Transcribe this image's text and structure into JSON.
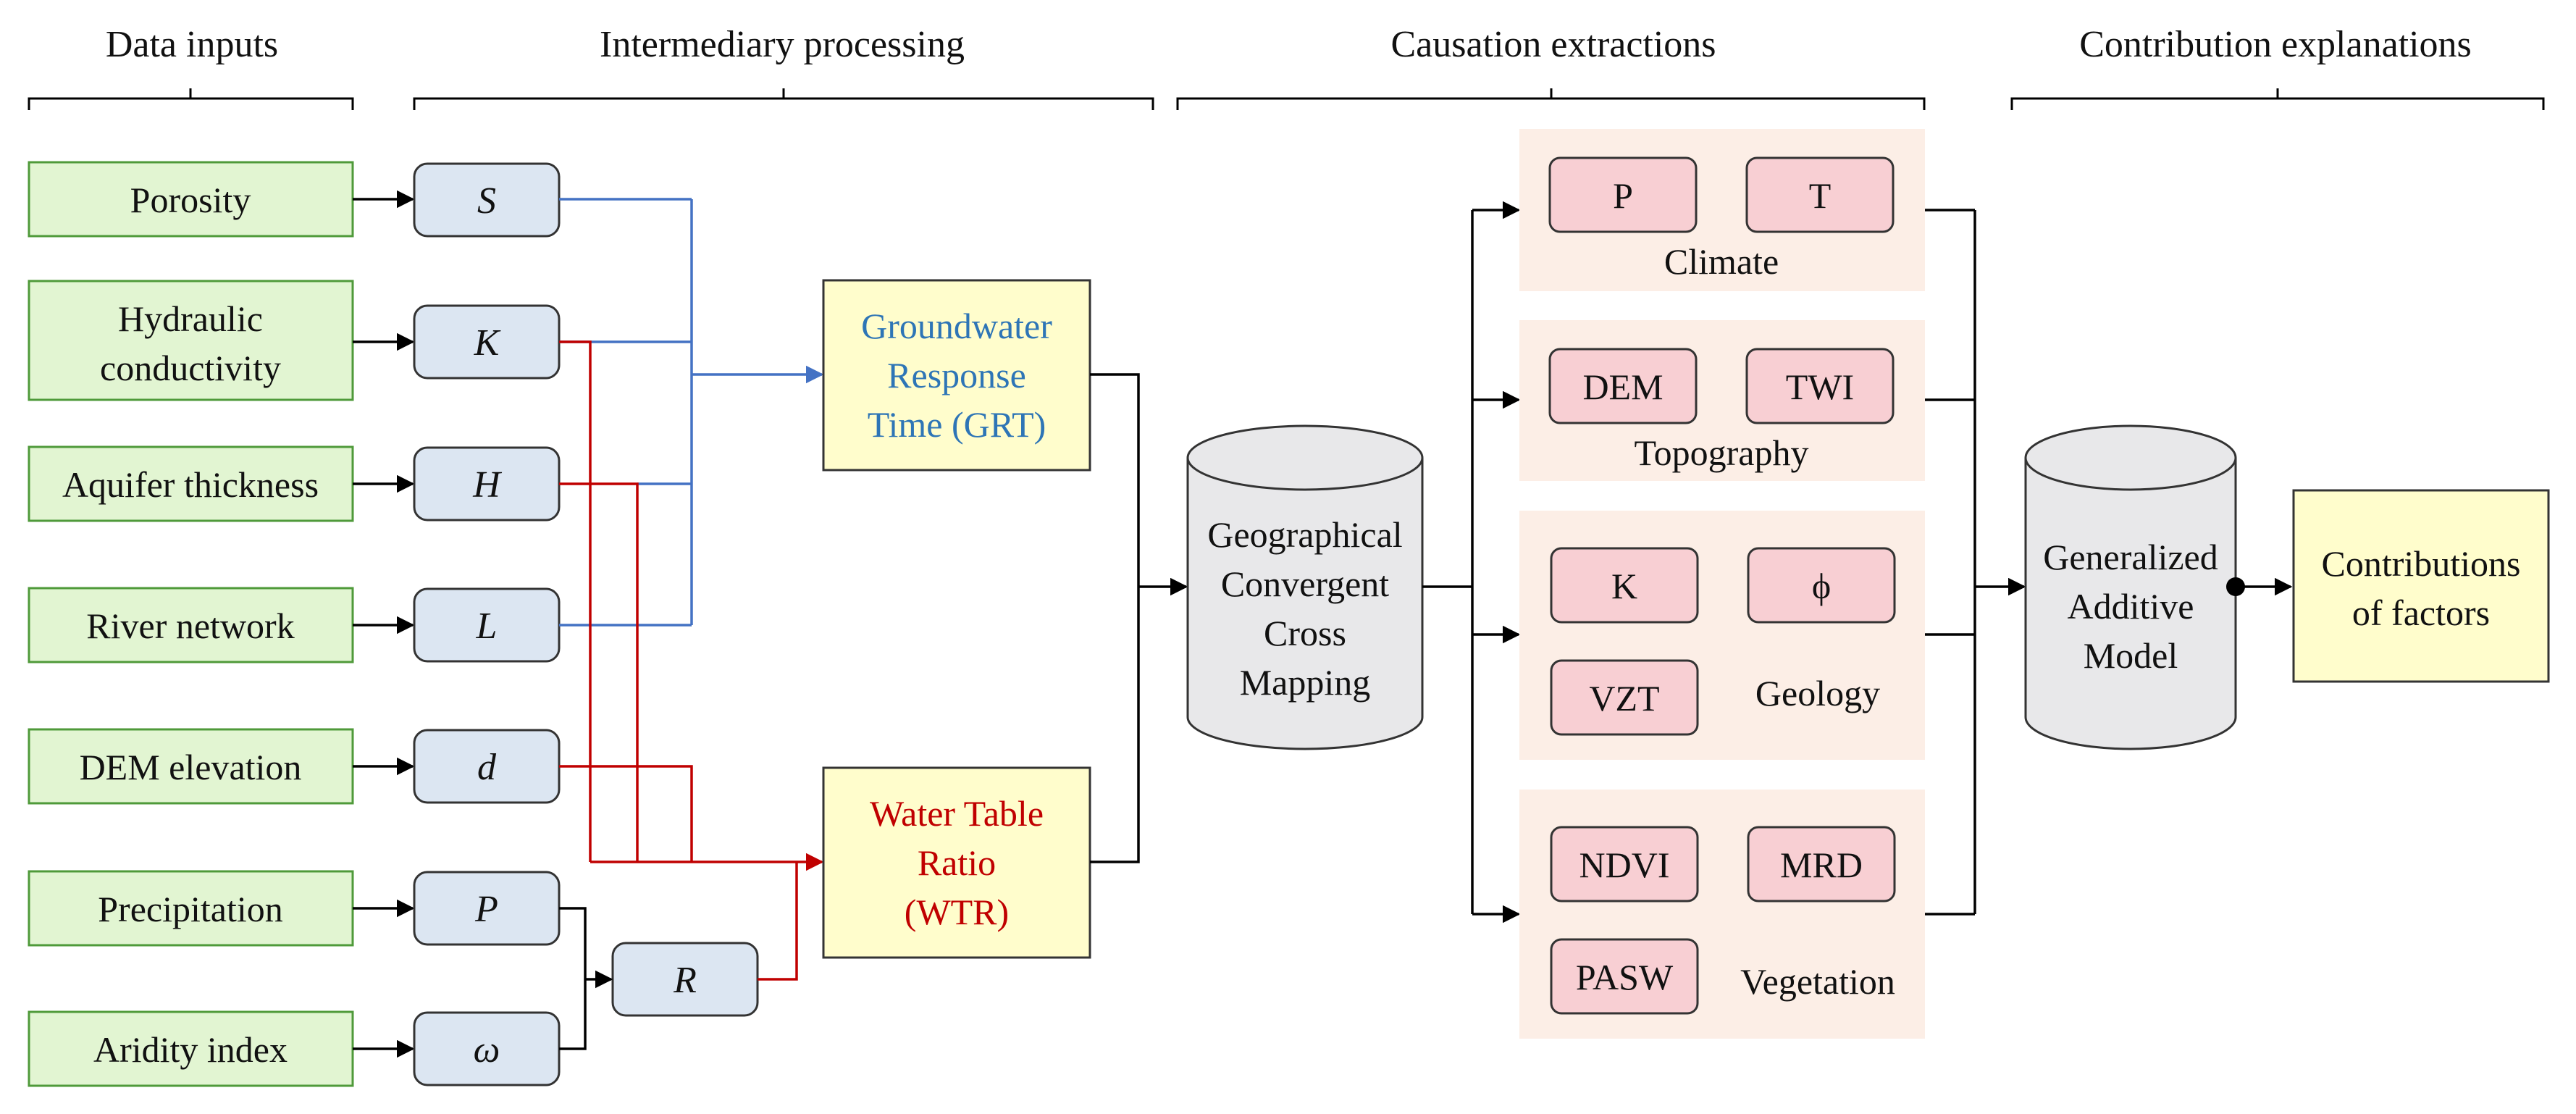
{
  "headers": {
    "data_inputs": "Data inputs",
    "intermediary": "Intermediary processing",
    "causation": "Causation extractions",
    "contribution": "Contribution explanations"
  },
  "inputs": {
    "porosity": "Porosity",
    "hydraulic_1": "Hydraulic",
    "hydraulic_2": "conductivity",
    "aquifer": "Aquifer thickness",
    "river": "River network",
    "dem": "DEM elevation",
    "precip": "Precipitation",
    "aridity": "Aridity index"
  },
  "params": {
    "S": "S",
    "K": "K",
    "H": "H",
    "L": "L",
    "d": "d",
    "P": "P",
    "omega": "ω",
    "R": "R"
  },
  "outputs": {
    "grt": [
      "Groundwater",
      "Response",
      "Time (GRT)"
    ],
    "wtr": [
      "Water Table",
      "Ratio",
      "(WTR)"
    ]
  },
  "gccm": [
    "Geographical",
    "Convergent",
    "Cross",
    "Mapping"
  ],
  "factor_groups": {
    "climate": {
      "label": "Climate",
      "items": [
        "P",
        "T"
      ]
    },
    "topography": {
      "label": "Topography",
      "items": [
        "DEM",
        "TWI"
      ]
    },
    "geology": {
      "label": "Geology",
      "items": [
        "K",
        "ϕ",
        "VZT"
      ]
    },
    "vegetation": {
      "label": "Vegetation",
      "items": [
        "NDVI",
        "MRD",
        "PASW"
      ]
    }
  },
  "gam": [
    "Generalized",
    "Additive",
    "Model"
  ],
  "contributions": [
    "Contributions",
    "of factors"
  ],
  "colors": {
    "input_fill": "#E2F5D2",
    "input_stroke": "#4F9A3A",
    "param_fill": "#DCE6F2",
    "output_fill": "#FFFDCC",
    "group_fill": "#FCEEE6",
    "factor_fill": "#F8CFD3",
    "cylinder_fill": "#E8E8EA",
    "blue": "#4472C4",
    "red": "#C00000",
    "blue_text": "#2E75B6",
    "red_text": "#C00000"
  }
}
